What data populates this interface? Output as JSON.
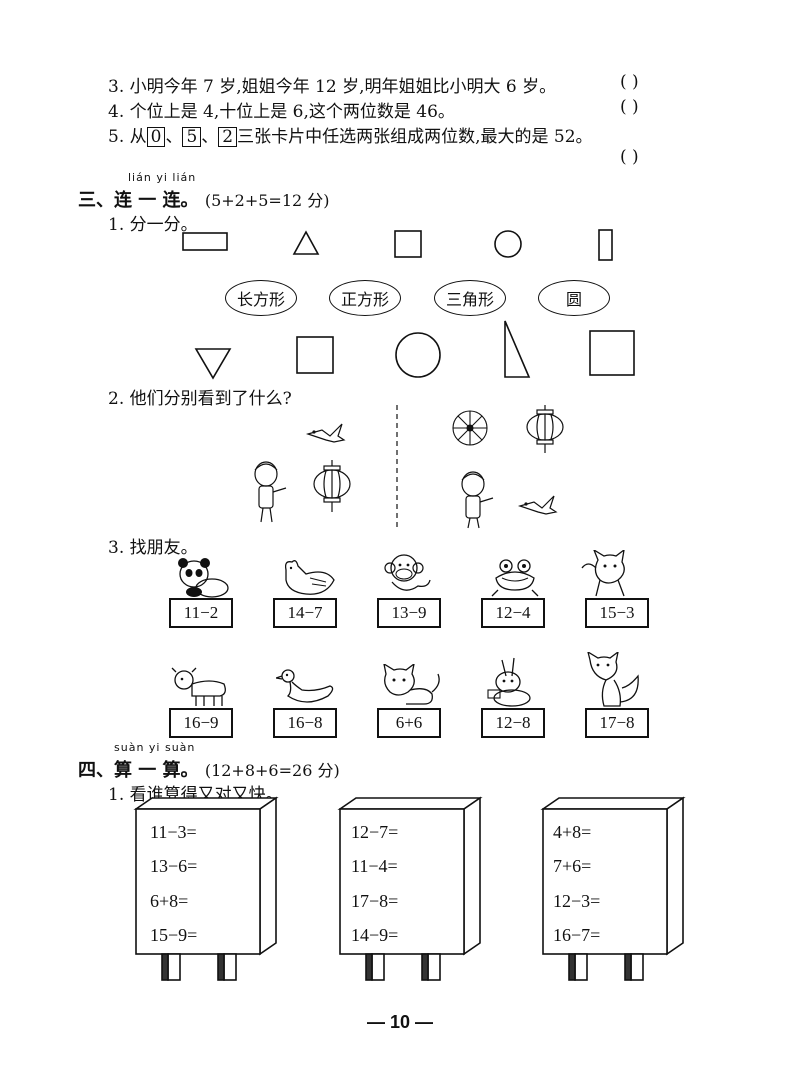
{
  "judge": {
    "q3": "3. 小明今年 7 岁,姐姐今年 12 岁,明年姐姐比小明大 6 岁。",
    "q4": "4. 个位上是 4,十位上是 6,这个两位数是 46。",
    "q5_a": "5. 从",
    "q5_card1": "0",
    "q5_card2": "5",
    "q5_card3": "2",
    "q5_sep": "、",
    "q5_b": "三张卡片中任选两张组成两位数,最大的是 52。",
    "paren": "(        )"
  },
  "section3": {
    "pinyin": "lián  yi  lián",
    "title": "三、连 一 连",
    "dot": "。",
    "points": "(5+2+5=12 分)",
    "q1": "1. 分一分。",
    "shape_labels": [
      "长方形",
      "正方形",
      "三角形",
      "圆"
    ],
    "q2": "2. 他们分别看到了什么?",
    "q3": "3. 找朋友。",
    "row1_cards": [
      "11−2",
      "14−7",
      "13−9",
      "12−4",
      "15−3"
    ],
    "row2_cards": [
      "16−9",
      "16−8",
      "6+6",
      "12−8",
      "17−8"
    ],
    "animals_row1": [
      "panda-icon",
      "hen-icon",
      "monkey-icon",
      "frog-icon",
      "cat-icon"
    ],
    "animals_row2": [
      "calf-icon",
      "duck-icon",
      "cat-icon",
      "rabbit-icon",
      "fox-icon"
    ]
  },
  "section4": {
    "pinyin": "suàn  yi  suàn",
    "title": "四、算 一 算",
    "dot": "。",
    "points": "(12+8+6=26 分)",
    "q1": "1. 看谁算得又对又快。",
    "boards": [
      [
        "11−3=",
        "13−6=",
        "6+8=",
        "15−9="
      ],
      [
        "12−7=",
        "11−4=",
        "17−8=",
        "14−9="
      ],
      [
        "4+8=",
        "7+6=",
        "12−3=",
        "16−7="
      ]
    ]
  },
  "page_number": "— 10 —"
}
